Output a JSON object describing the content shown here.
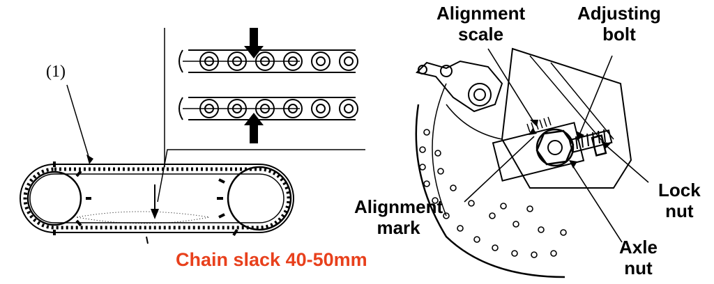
{
  "left_diagram": {
    "callout_ref": "(1)",
    "caption": "Chain slack 40-50mm",
    "caption_color": "#e8401c"
  },
  "right_diagram": {
    "labels": {
      "alignment_scale": [
        "Alignment",
        "scale"
      ],
      "adjusting_bolt": [
        "Adjusting",
        "bolt"
      ],
      "alignment_mark": [
        "Alignment",
        "mark"
      ],
      "lock_nut": [
        "Lock",
        "nut"
      ],
      "axle_nut": [
        "Axle",
        "nut"
      ]
    }
  },
  "colors": {
    "ink": "#000000",
    "background": "#ffffff",
    "caption": "#e8401c"
  }
}
